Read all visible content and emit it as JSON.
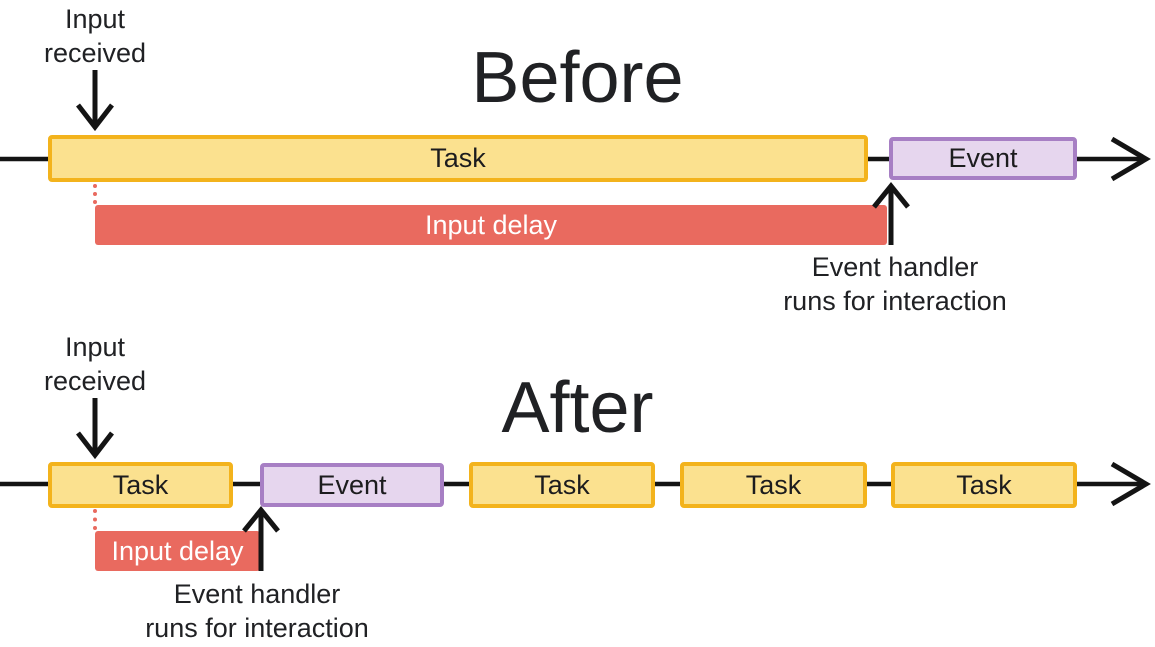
{
  "colors": {
    "task_fill": "#FBE18F",
    "task_border": "#F3B31C",
    "event_fill": "#E6D6EE",
    "event_border": "#A77FC4",
    "delay_fill": "#E96A5F",
    "delay_text": "#FFFFFF",
    "arrow": "#141414",
    "text": "#202124"
  },
  "before": {
    "title": "Before",
    "input_received": "Input\nreceived",
    "task": "Task",
    "event": "Event",
    "input_delay": "Input delay",
    "event_handler": "Event handler\nruns for interaction"
  },
  "after": {
    "title": "After",
    "input_received": "Input\nreceived",
    "tasks": [
      "Task",
      "Task",
      "Task",
      "Task"
    ],
    "event": "Event",
    "input_delay": "Input delay",
    "event_handler": "Event handler\nruns for interaction"
  }
}
